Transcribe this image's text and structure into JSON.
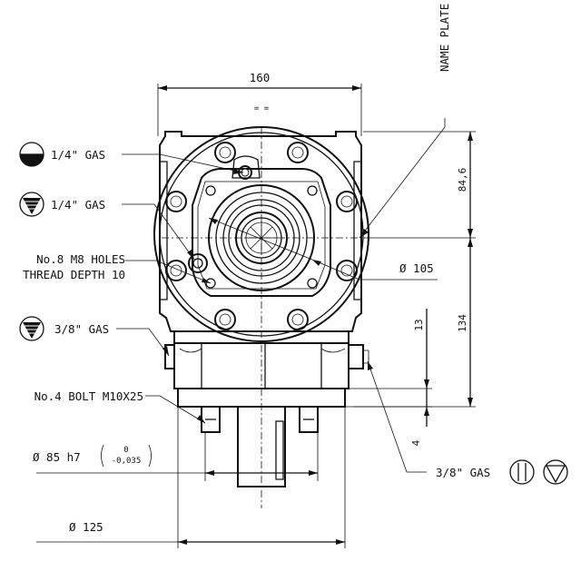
{
  "dimensions": {
    "width_top": "160",
    "equal_marks": "=   =",
    "height_upper": "84,6",
    "height_lower": "134",
    "offset_13": "13",
    "offset_4": "4",
    "diameter_105": "Ø 105",
    "diameter_85_main": "Ø 85 h7",
    "diameter_85_tol_upper": "0",
    "diameter_85_tol_lower": "-0,035",
    "diameter_125": "Ø 125"
  },
  "callouts": {
    "name_plate": "NAME PLATE",
    "fill_plug": "1/4\" GAS",
    "level_plug": "1/4\" GAS",
    "holes_line1": "No.8 M8 HOLES",
    "holes_line2": "THREAD DEPTH 10",
    "drain_left": "3/8\" GAS",
    "bolt": "No.4 BOLT M10X25",
    "drain_right": "3/8\" GAS"
  }
}
